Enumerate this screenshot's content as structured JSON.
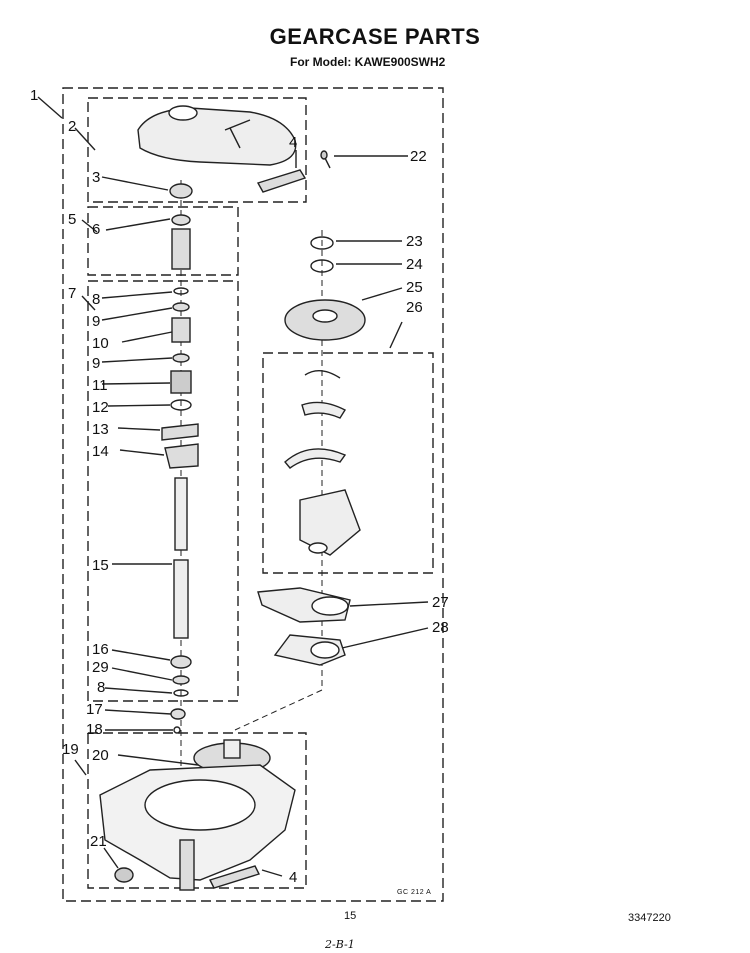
{
  "header": {
    "title": "GEARCASE PARTS",
    "model": "For Model: KAWE900SWH2"
  },
  "footer": {
    "page": "15",
    "doc_number": "3347220",
    "handwritten": "2-B-1",
    "drawing_code": "GC 212 A"
  },
  "callouts": [
    "1",
    "2",
    "3",
    "4",
    "5",
    "6",
    "7",
    "8",
    "9",
    "10",
    "9",
    "11",
    "12",
    "13",
    "14",
    "15",
    "16",
    "29",
    "8",
    "17",
    "18",
    "19",
    "20",
    "21",
    "4",
    "22",
    "23",
    "24",
    "25",
    "26",
    "27",
    "28"
  ]
}
